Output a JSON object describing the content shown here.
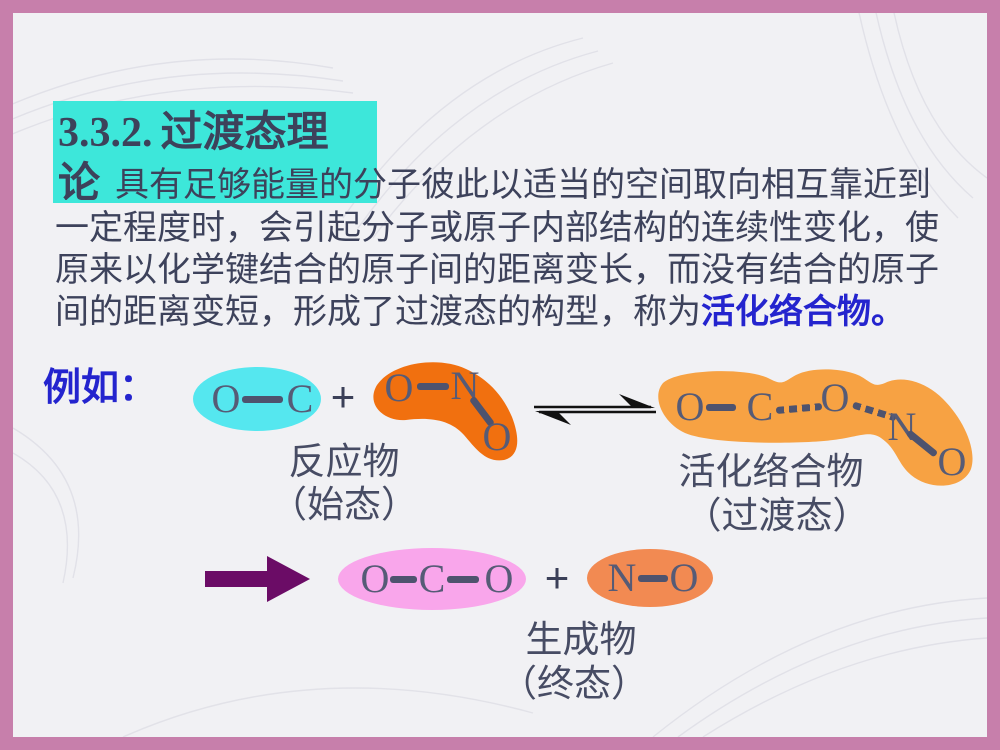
{
  "title": {
    "number": "3.3.2.",
    "rest": "过渡态理",
    "line2": "论"
  },
  "paragraph": {
    "line1": "具有足够能量的分子彼此以适当的空间取向相互靠近到",
    "line2": "一定程度时，会引起分子或原子内部结构的连续性变化，使",
    "line3": "原来以化学键结合的原子间的距离变长，而没有结合的原子",
    "line4_prefix": "间的距离变短，形成了过渡态的构型，称为",
    "line4_highlight": "活化络合物",
    "line4_period": "。"
  },
  "diagram": {
    "example_label": "例如：",
    "plus": "+",
    "reactants": {
      "co": {
        "o": "O",
        "c": "C"
      },
      "no2": {
        "o1": "O",
        "n": "N",
        "o2": "O"
      },
      "label": "反应物",
      "sublabel": "（始态）"
    },
    "complex": {
      "o1": "O",
      "c": "C",
      "o2": "O",
      "n": "N",
      "o3": "O",
      "label": "活化络合物",
      "sublabel": "（过渡态）"
    },
    "products": {
      "co2": {
        "o1": "O",
        "c": "C",
        "o2": "O"
      },
      "no": {
        "n": "N",
        "o": "O"
      },
      "label": "生成物",
      "sublabel": "（终态）"
    }
  },
  "colors": {
    "frame_pink": "#c77fab",
    "slide_bg": "#f1f1f4",
    "title_highlight_cyan": "#3de7da",
    "co_ellipse_cyan": "#55e7ef",
    "no2_blob_orange": "#f1700f",
    "complex_blob_orange": "#f7a243",
    "no_ellipse_orange": "#f28a52",
    "co2_ellipse_pink": "#f9a6eb",
    "reaction_arrow_purple": "#6b0c66",
    "equilibrium_black": "#111111",
    "text_dark": "#3d425b",
    "text_blue": "#2424ce",
    "atom_text": "#565b76"
  }
}
